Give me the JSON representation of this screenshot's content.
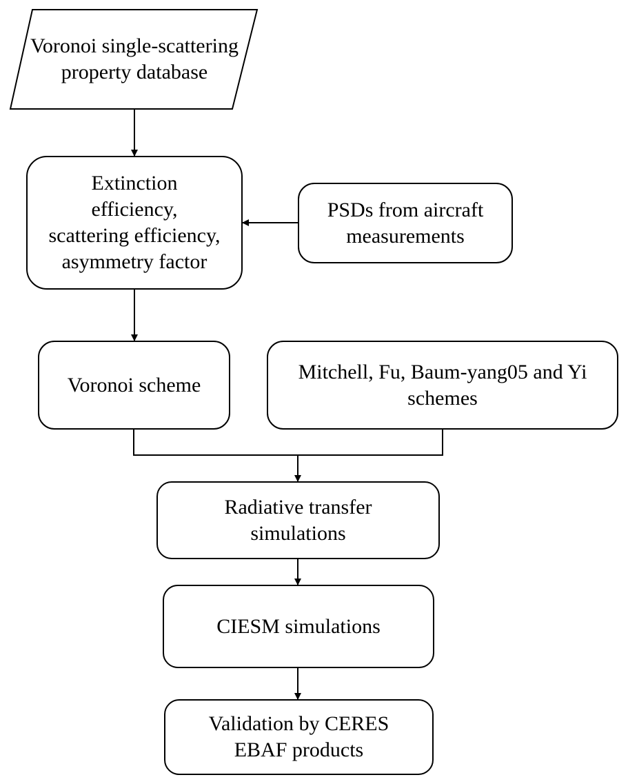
{
  "nodes": {
    "database": {
      "lines": [
        "Voronoi",
        "single-scattering",
        "property database"
      ]
    },
    "optical_props": {
      "lines": [
        "Extinction",
        "efficiency,",
        "scattering efficiency,",
        "asymmetry factor"
      ]
    },
    "psds": {
      "lines": [
        "PSDs from aircraft",
        "measurements"
      ]
    },
    "voronoi_scheme": {
      "lines": [
        "Voronoi scheme"
      ]
    },
    "other_schemes": {
      "lines": [
        "Mitchell, Fu, Baum-yang05 and Yi",
        "schemes"
      ]
    },
    "radiative_transfer": {
      "lines": [
        "Radiative transfer",
        "simulations"
      ]
    },
    "ciesm": {
      "lines": [
        "CIESM simulations"
      ]
    },
    "validation": {
      "lines": [
        "Validation by CERES",
        "EBAF products"
      ]
    }
  },
  "colors": {
    "stroke": "#000000",
    "fill": "#ffffff"
  }
}
